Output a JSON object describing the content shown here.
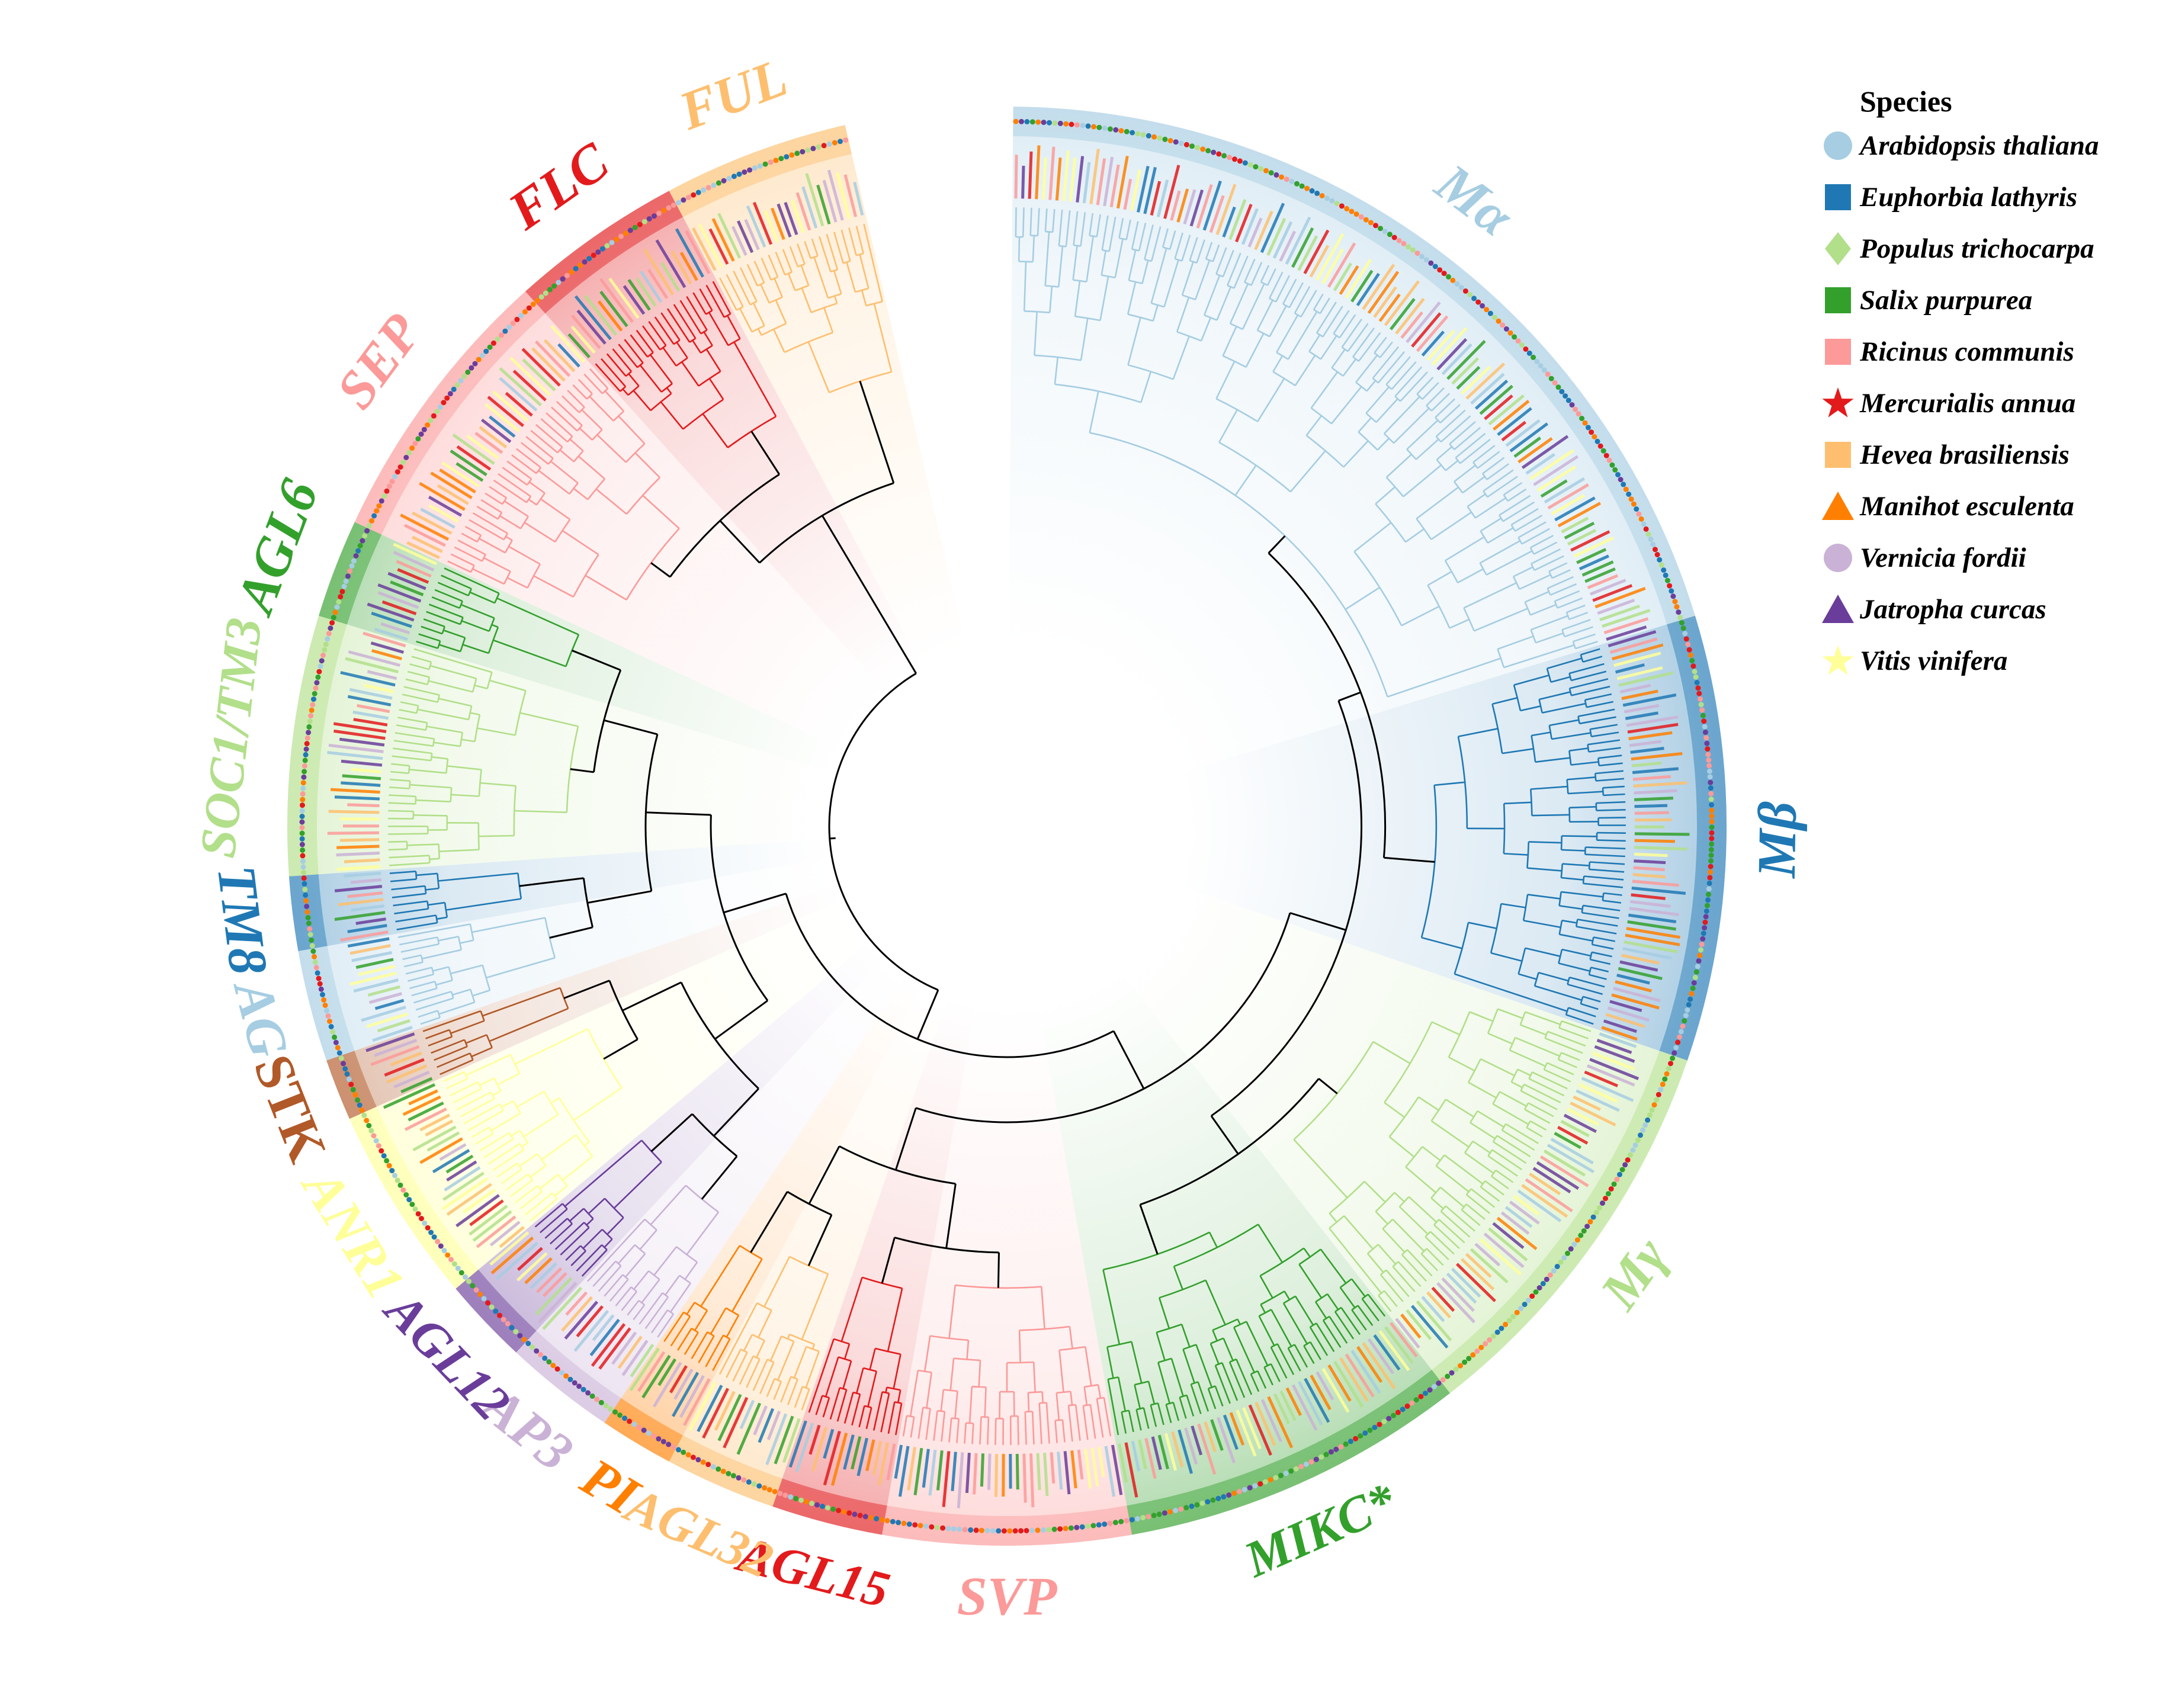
{
  "clades": [
    {
      "label": "Mα",
      "color": "#a6cde2",
      "a0": 0.5,
      "a1": 73,
      "italic": true
    },
    {
      "label": "Mβ",
      "color": "#1f78b4",
      "a0": 73,
      "a1": 109,
      "italic": true
    },
    {
      "label": "Mγ",
      "color": "#b2df8a",
      "a0": 109,
      "a1": 142,
      "italic": true
    },
    {
      "label": "MIKC*",
      "color": "#33a02c",
      "a0": 142,
      "a1": 170,
      "italic": true
    },
    {
      "label": "SVP",
      "color": "#fb9a99",
      "a0": 170,
      "a1": 190,
      "italic": true
    },
    {
      "label": "AGL15",
      "color": "#e31a1c",
      "a0": 190,
      "a1": 199,
      "italic": true
    },
    {
      "label": "AGL32",
      "color": "#fdbf6f",
      "a0": 199,
      "a1": 208,
      "italic": true
    },
    {
      "label": "PI",
      "color": "#ff7f00",
      "a0": 208,
      "a1": 214,
      "italic": true
    },
    {
      "label": "AP3",
      "color": "#cab2d6",
      "a0": 214,
      "a1": 223,
      "italic": true
    },
    {
      "label": "AGL12",
      "color": "#6a3d9a",
      "a0": 223,
      "a1": 230,
      "italic": true
    },
    {
      "label": "ANR1",
      "color": "#ffff99",
      "a0": 230,
      "a1": 246,
      "italic": true
    },
    {
      "label": "STK",
      "color": "#b15928",
      "a0": 246,
      "a1": 251,
      "italic": false
    },
    {
      "label": "AG",
      "color": "#a6cde2",
      "a0": 251,
      "a1": 260,
      "italic": true
    },
    {
      "label": "TM8",
      "color": "#1f78b4",
      "a0": 260,
      "a1": 266,
      "italic": true
    },
    {
      "label": "SOC1/TM3",
      "color": "#b2df8a",
      "a0": 266,
      "a1": 287,
      "italic": true
    },
    {
      "label": "AGL6",
      "color": "#33a02c",
      "a0": 287,
      "a1": 295,
      "italic": true
    },
    {
      "label": "SEP",
      "color": "#fb9a99",
      "a0": 295,
      "a1": 318,
      "italic": true
    },
    {
      "label": "FLC",
      "color": "#e31a1c",
      "a0": 318,
      "a1": 332,
      "italic": true
    },
    {
      "label": "FUL",
      "color": "#fdbf6f",
      "a0": 332,
      "a1": 347,
      "italic": true
    }
  ],
  "legend": {
    "title": "Species",
    "items": [
      {
        "label": "Arabidopsis thaliana",
        "marker": "circle",
        "color": "#a6cde2"
      },
      {
        "label": "Euphorbia lathyris",
        "marker": "square",
        "color": "#1f78b4"
      },
      {
        "label": "Populus trichocarpa",
        "marker": "diamond",
        "color": "#b2df8a"
      },
      {
        "label": "Salix purpurea",
        "marker": "square",
        "color": "#33a02c"
      },
      {
        "label": "Ricinus communis",
        "marker": "square",
        "color": "#fb9a99"
      },
      {
        "label": "Mercurialis annua",
        "marker": "star",
        "color": "#e31a1c"
      },
      {
        "label": "Hevea brasiliensis",
        "marker": "square",
        "color": "#fdbf6f"
      },
      {
        "label": "Manihot esculenta",
        "marker": "triangle",
        "color": "#ff7f00"
      },
      {
        "label": "Vernicia fordii",
        "marker": "circle",
        "color": "#cab2d6"
      },
      {
        "label": "Jatropha curcas",
        "marker": "triangle",
        "color": "#6a3d9a"
      },
      {
        "label": "Vitis vinifera",
        "marker": "star",
        "color": "#ffff99"
      }
    ]
  },
  "backbone_color": "#000000"
}
